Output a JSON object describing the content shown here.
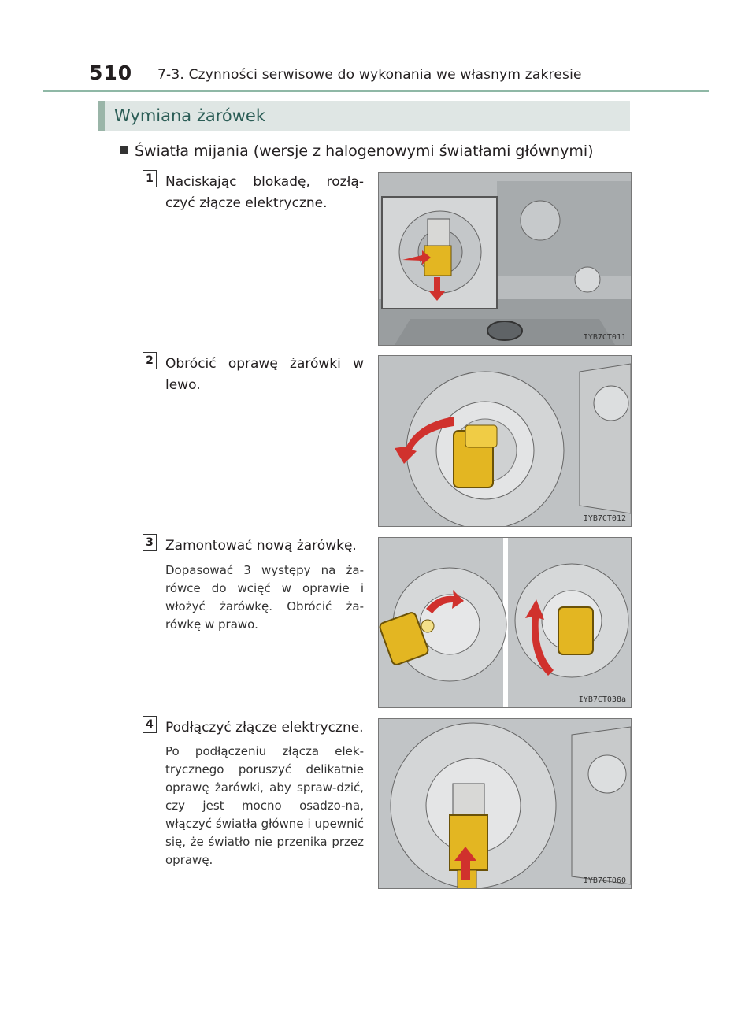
{
  "header": {
    "page_number": "510",
    "chapter": "7-3. Czynności serwisowe do wykonania we własnym zakresie"
  },
  "section": {
    "title": "Wymiana żarówek",
    "subheading": "Światła mijania (wersje z halogenowymi światłami głównymi)"
  },
  "steps": [
    {
      "number": "1",
      "text": "Naciskając blokadę, rozłą-czyć złącze elektryczne.",
      "note": "",
      "figure_code": "IYB7CT011"
    },
    {
      "number": "2",
      "text": "Obrócić oprawę żarówki w lewo.",
      "note": "",
      "figure_code": "IYB7CT012"
    },
    {
      "number": "3",
      "text": "Zamontować nową żarówkę.",
      "note": "Dopasować 3 występy na ża-rówce do wcięć w oprawie i włożyć żarówkę. Obrócić ża-rówkę w prawo.",
      "figure_code": "IYB7CT038a"
    },
    {
      "number": "4",
      "text": "Podłączyć złącze elektryczne.",
      "note": "Po podłączeniu złącza elek-trycznego poruszyć delikatnie oprawę żarówki, aby spraw-dzić, czy jest mocno osadzo-na, włączyć światła główne i upewnić się, że światło nie przenika przez oprawę.",
      "figure_code": "IYB7CT060"
    }
  ],
  "colors": {
    "rule": "#8fb8a6",
    "title_bar": "#dfe6e4",
    "title_text": "#2b5d56",
    "bulb_yellow": "#e3b622",
    "arrow_red": "#d0312d"
  }
}
